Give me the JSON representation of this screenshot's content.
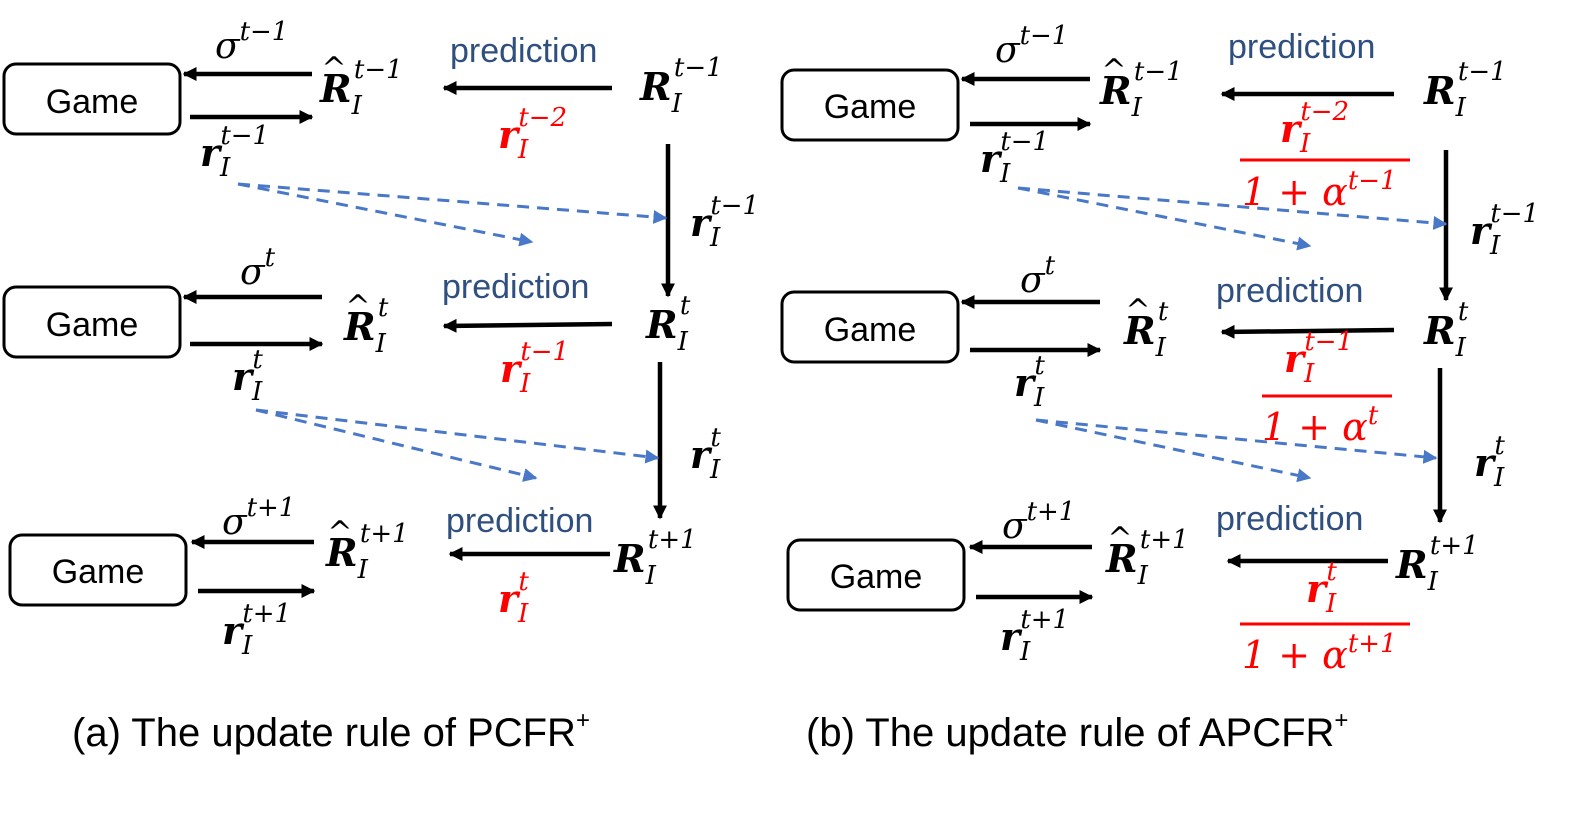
{
  "colors": {
    "black": "#000000",
    "red": "#ff0000",
    "pred": "#2f4f7f",
    "dashed": "#4a78c8"
  },
  "panel_a": {
    "caption": "(a) The update rule of PCFR",
    "caption_sup": "+",
    "rows": [
      {
        "game": "Game",
        "sigma": "σ",
        "sigma_sup": "t−1",
        "rhat": "R",
        "rhat_hat": "^",
        "rhat_sub": "I",
        "rhat_sup": "t−1",
        "r": "r",
        "r_sub": "I",
        "r_sup": "t−1",
        "prediction": "prediction",
        "pred_r": "r",
        "pred_sub": "I",
        "pred_sup": "t−2",
        "big_r": "R",
        "big_r_sub": "I",
        "big_r_sup": "t−1",
        "down_r": "r",
        "down_sub": "I",
        "down_sup": "t−1"
      },
      {
        "game": "Game",
        "sigma": "σ",
        "sigma_sup": "t",
        "rhat": "R",
        "rhat_hat": "^",
        "rhat_sub": "I",
        "rhat_sup": "t",
        "r": "r",
        "r_sub": "I",
        "r_sup": "t",
        "prediction": "prediction",
        "pred_r": "r",
        "pred_sub": "I",
        "pred_sup": "t−1",
        "big_r": "R",
        "big_r_sub": "I",
        "big_r_sup": "t",
        "down_r": "r",
        "down_sub": "I",
        "down_sup": "t"
      },
      {
        "game": "Game",
        "sigma": "σ",
        "sigma_sup": "t+1",
        "rhat": "R",
        "rhat_hat": "^",
        "rhat_sub": "I",
        "rhat_sup": "t+1",
        "r": "r",
        "r_sub": "I",
        "r_sup": "t+1",
        "prediction": "prediction",
        "pred_r": "r",
        "pred_sub": "I",
        "pred_sup": "t",
        "big_r": "R",
        "big_r_sub": "I",
        "big_r_sup": "t+1"
      }
    ]
  },
  "panel_b": {
    "caption": "(b) The update rule of APCFR",
    "caption_sup": "+",
    "rows": [
      {
        "game": "Game",
        "sigma": "σ",
        "sigma_sup": "t−1",
        "rhat": "R",
        "rhat_hat": "^",
        "rhat_sub": "I",
        "rhat_sup": "t−1",
        "r": "r",
        "r_sub": "I",
        "r_sup": "t−1",
        "prediction": "prediction",
        "pred_r": "r",
        "pred_sub": "I",
        "pred_sup": "t−2",
        "denom": "1 + α",
        "denom_sup": "t−1",
        "big_r": "R",
        "big_r_sub": "I",
        "big_r_sup": "t−1",
        "down_r": "r",
        "down_sub": "I",
        "down_sup": "t−1"
      },
      {
        "game": "Game",
        "sigma": "σ",
        "sigma_sup": "t",
        "rhat": "R",
        "rhat_hat": "^",
        "rhat_sub": "I",
        "rhat_sup": "t",
        "r": "r",
        "r_sub": "I",
        "r_sup": "t",
        "prediction": "prediction",
        "pred_r": "r",
        "pred_sub": "I",
        "pred_sup": "t−1",
        "denom": "1 + α",
        "denom_sup": "t",
        "big_r": "R",
        "big_r_sub": "I",
        "big_r_sup": "t",
        "down_r": "r",
        "down_sub": "I",
        "down_sup": "t"
      },
      {
        "game": "Game",
        "sigma": "σ",
        "sigma_sup": "t+1",
        "rhat": "R",
        "rhat_hat": "^",
        "rhat_sub": "I",
        "rhat_sup": "t+1",
        "r": "r",
        "r_sub": "I",
        "r_sup": "t+1",
        "prediction": "prediction",
        "pred_r": "r",
        "pred_sub": "I",
        "pred_sup": "t",
        "denom": "1 + α",
        "denom_sup": "t+1",
        "big_r": "R",
        "big_r_sub": "I",
        "big_r_sup": "t+1"
      }
    ]
  }
}
